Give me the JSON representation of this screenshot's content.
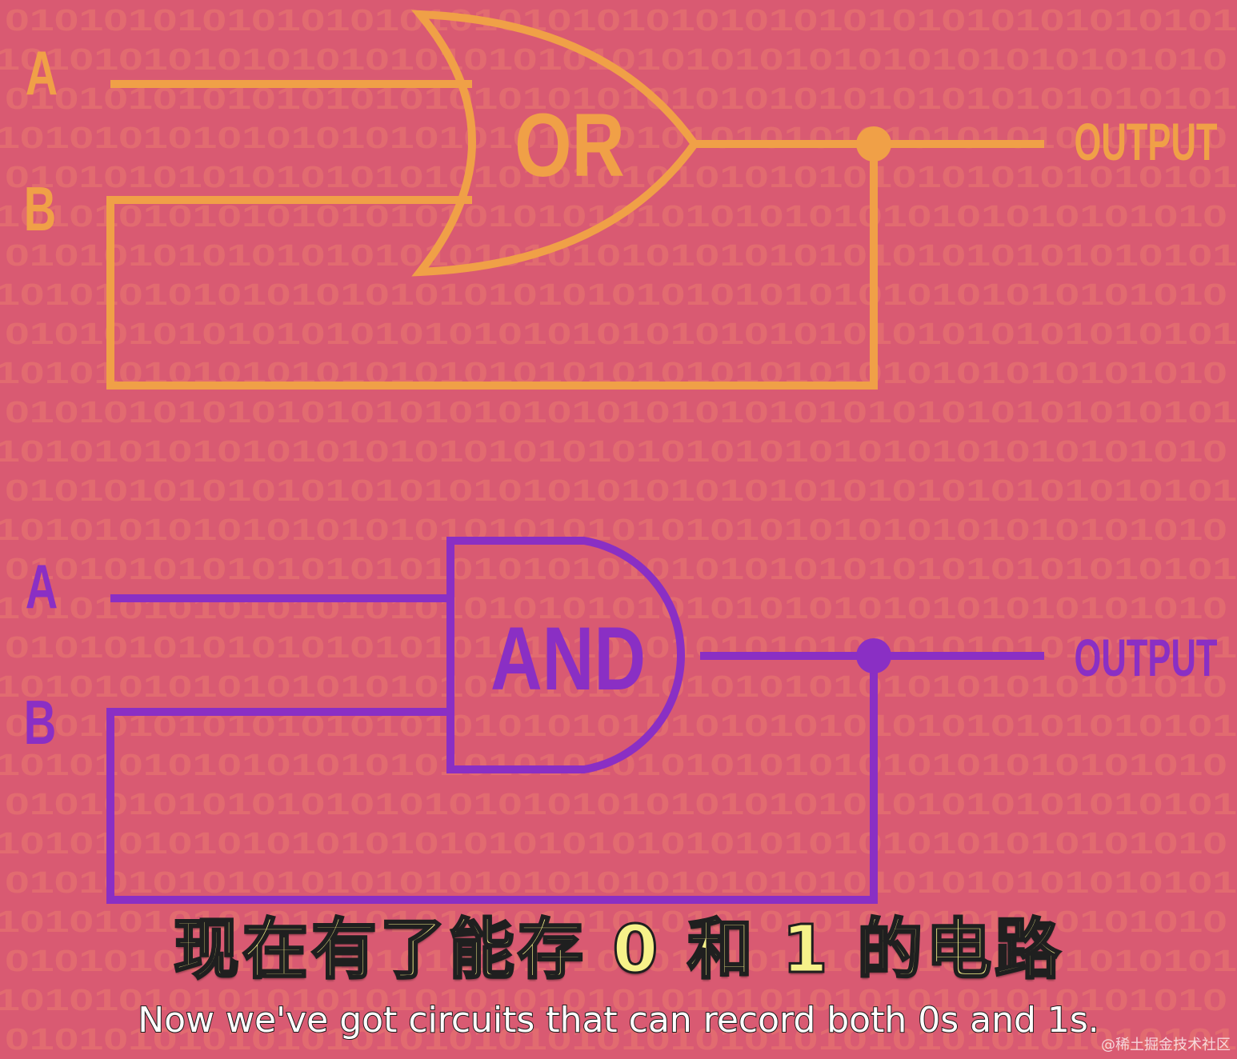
{
  "background_binary": "01010101010101010101010101010101010101010101010101",
  "colors": {
    "background": "#d95a72",
    "or_circuit": "#f0a047",
    "and_circuit": "#8a2fc4",
    "subtitle_zh": "#f6f28a",
    "subtitle_en": "#ffffff"
  },
  "or_circuit": {
    "gate_label": "OR",
    "input_a": "A",
    "input_b": "B",
    "output": "OUTPUT"
  },
  "and_circuit": {
    "gate_label": "AND",
    "input_a": "A",
    "input_b": "B",
    "output": "OUTPUT"
  },
  "subtitles": {
    "zh": "现在有了能存 0 和 1 的电路",
    "en": "Now we've got circuits that can record both 0s and 1s."
  },
  "watermark": "@稀土掘金技术社区"
}
